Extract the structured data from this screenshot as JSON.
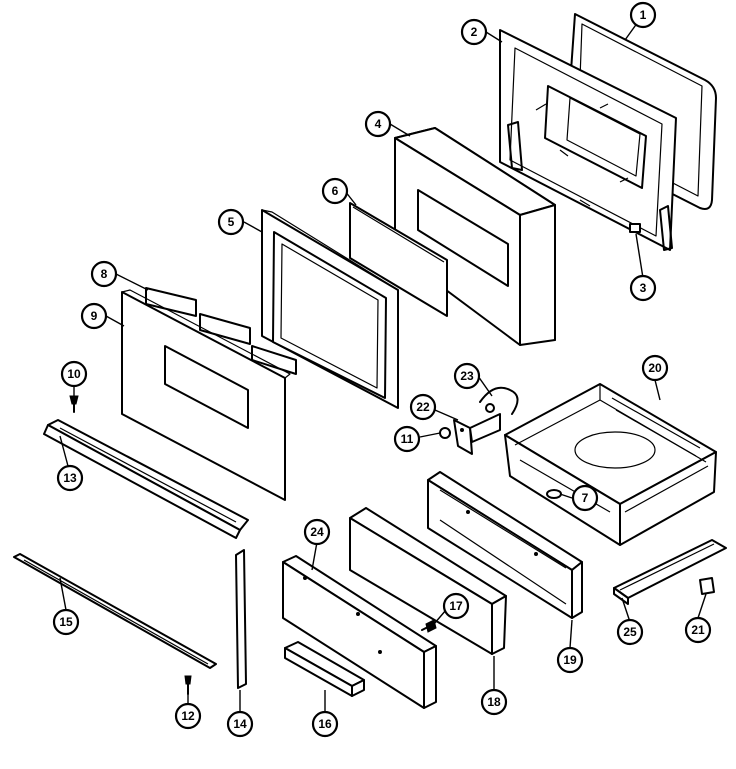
{
  "diagram": {
    "callouts": [
      {
        "id": "c1",
        "label": "1"
      },
      {
        "id": "c2",
        "label": "2"
      },
      {
        "id": "c3",
        "label": "3"
      },
      {
        "id": "c4",
        "label": "4"
      },
      {
        "id": "c5",
        "label": "5"
      },
      {
        "id": "c6",
        "label": "6"
      },
      {
        "id": "c7",
        "label": "7"
      },
      {
        "id": "c8",
        "label": "8"
      },
      {
        "id": "c9",
        "label": "9"
      },
      {
        "id": "c10",
        "label": "10"
      },
      {
        "id": "c11",
        "label": "11"
      },
      {
        "id": "c12",
        "label": "12"
      },
      {
        "id": "c13",
        "label": "13"
      },
      {
        "id": "c14",
        "label": "14"
      },
      {
        "id": "c15",
        "label": "15"
      },
      {
        "id": "c16",
        "label": "16"
      },
      {
        "id": "c17",
        "label": "17"
      },
      {
        "id": "c18",
        "label": "18"
      },
      {
        "id": "c19",
        "label": "19"
      },
      {
        "id": "c20",
        "label": "20"
      },
      {
        "id": "c21",
        "label": "21"
      },
      {
        "id": "c22",
        "label": "22"
      },
      {
        "id": "c23",
        "label": "23"
      },
      {
        "id": "c24",
        "label": "24"
      },
      {
        "id": "c25",
        "label": "25"
      }
    ],
    "colors": {
      "ink": "#000000",
      "paper": "#ffffff"
    }
  }
}
